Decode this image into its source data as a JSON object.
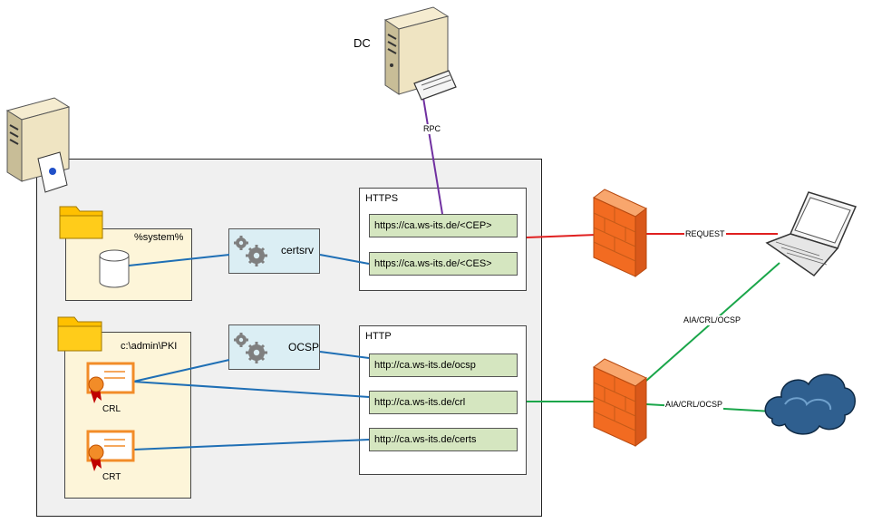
{
  "nodes": {
    "dc_label": "DC",
    "system_folder_label": "%system%",
    "pki_folder_label": "c:\\admin\\PKI",
    "certsrv_label": "certsrv",
    "ocsp_label": "OCSP",
    "crl_label": "CRL",
    "crt_label": "CRT"
  },
  "groups": {
    "https": {
      "title": "HTTPS",
      "urls": [
        "https://ca.ws-its.de/<CEP>",
        "https://ca.ws-its.de/<CES>"
      ]
    },
    "http": {
      "title": "HTTP",
      "urls": [
        "http://ca.ws-its.de/ocsp",
        "http://ca.ws-its.de/crl",
        "http://ca.ws-its.de/certs"
      ]
    }
  },
  "edges": {
    "rpc": "RPC",
    "request": "REQUEST",
    "aia_laptop": "AIA/CRL/OCSP",
    "aia_cloud": "AIA/CRL/OCSP"
  },
  "colors": {
    "blue_link": "#1f6fb5",
    "red_link": "#e02020",
    "green_link": "#1aa64a",
    "purple_link": "#7030a0",
    "firewall": "#f26b21"
  },
  "icons": [
    "server-icon",
    "server-with-certificate-icon",
    "folder-icon",
    "database-icon",
    "gears-icon",
    "certificate-icon",
    "firewall-icon",
    "laptop-icon",
    "cloud-icon"
  ]
}
